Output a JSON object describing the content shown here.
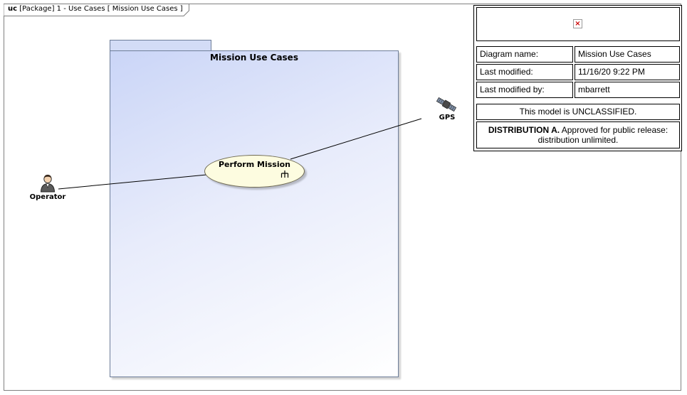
{
  "frame": {
    "kind": "uc",
    "title": "[Package] 1 - Use Cases [ Mission Use Cases ]"
  },
  "package": {
    "name": "Mission Use Cases"
  },
  "use_case": {
    "name": "Perform Mission"
  },
  "actors": {
    "operator": {
      "name": "Operator"
    },
    "gps": {
      "name": "GPS"
    }
  },
  "legend": {
    "diagram_name_label": "Diagram name:",
    "diagram_name_value": "Mission Use Cases",
    "last_modified_label": "Last modified:",
    "last_modified_value": "11/16/20 9:22 PM",
    "last_modified_by_label": "Last modified by:",
    "last_modified_by_value": "mbarrett",
    "classification": "This model is UNCLASSIFIED.",
    "distribution_heading": "DISTRIBUTION A.",
    "distribution_text": "Approved for public release: distribution unlimited.",
    "logo_icon": "broken-image-icon"
  },
  "colors": {
    "package_fill_top": "#cad5f7",
    "package_border": "#6d7d99",
    "usecase_fill": "#fdfce0",
    "frame_border": "#808080"
  }
}
